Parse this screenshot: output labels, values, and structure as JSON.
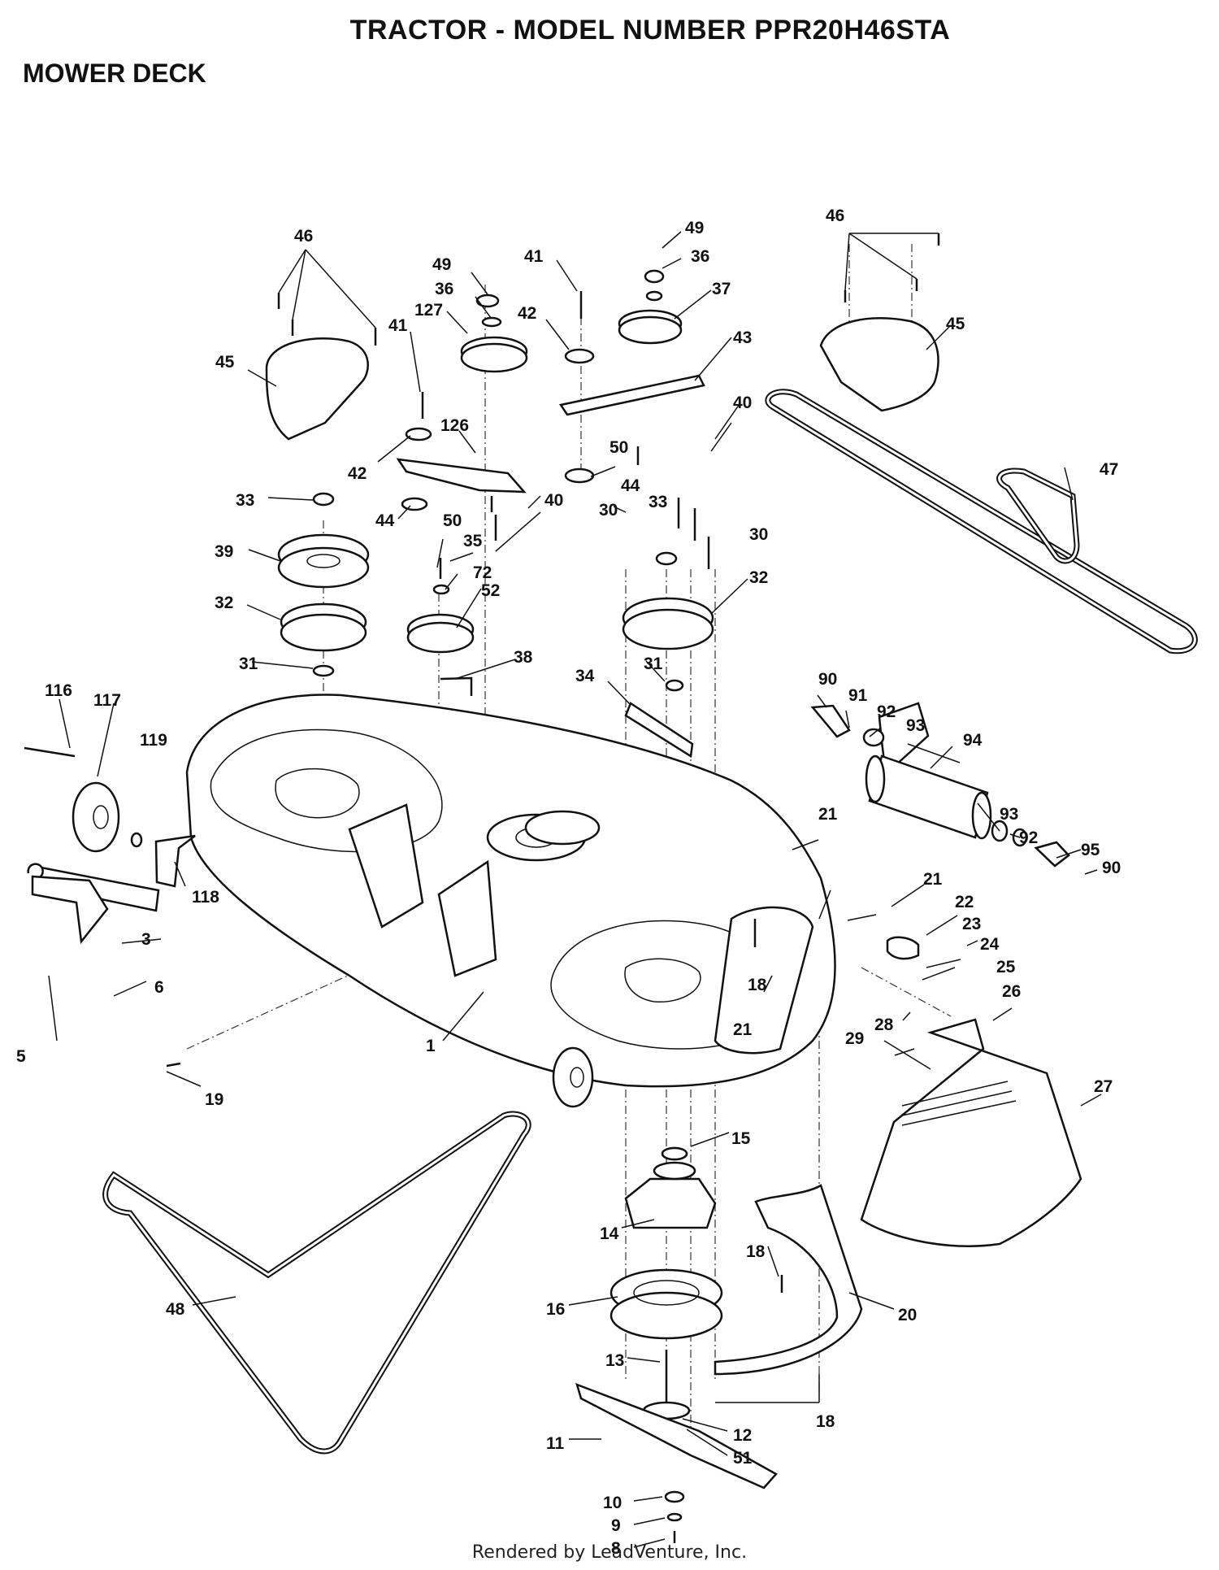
{
  "header": {
    "title": "TRACTOR - MODEL NUMBER PPR20H46STA",
    "section": "MOWER DECK"
  },
  "footer": {
    "text": "Rendered by LeadVenture, Inc."
  },
  "diagram": {
    "parts": [
      {
        "id": "46a",
        "label": "46"
      },
      {
        "id": "49a",
        "label": "49"
      },
      {
        "id": "41a",
        "label": "41"
      },
      {
        "id": "49b",
        "label": "49"
      },
      {
        "id": "36a",
        "label": "36"
      },
      {
        "id": "36b",
        "label": "36"
      },
      {
        "id": "46b",
        "label": "46"
      },
      {
        "id": "127",
        "label": "127"
      },
      {
        "id": "42a",
        "label": "42"
      },
      {
        "id": "37",
        "label": "37"
      },
      {
        "id": "41b",
        "label": "41"
      },
      {
        "id": "45a",
        "label": "45"
      },
      {
        "id": "45b",
        "label": "45"
      },
      {
        "id": "43",
        "label": "43"
      },
      {
        "id": "126",
        "label": "126"
      },
      {
        "id": "40a",
        "label": "40"
      },
      {
        "id": "50a",
        "label": "50"
      },
      {
        "id": "42b",
        "label": "42"
      },
      {
        "id": "44a",
        "label": "44"
      },
      {
        "id": "47",
        "label": "47"
      },
      {
        "id": "33a",
        "label": "33"
      },
      {
        "id": "40b",
        "label": "40"
      },
      {
        "id": "30a",
        "label": "30"
      },
      {
        "id": "33b",
        "label": "33"
      },
      {
        "id": "44b",
        "label": "44"
      },
      {
        "id": "50b",
        "label": "50"
      },
      {
        "id": "30b",
        "label": "30"
      },
      {
        "id": "35",
        "label": "35"
      },
      {
        "id": "39",
        "label": "39"
      },
      {
        "id": "72",
        "label": "72"
      },
      {
        "id": "52",
        "label": "52"
      },
      {
        "id": "32a",
        "label": "32"
      },
      {
        "id": "32b",
        "label": "32"
      },
      {
        "id": "38",
        "label": "38"
      },
      {
        "id": "31a",
        "label": "31"
      },
      {
        "id": "34",
        "label": "34"
      },
      {
        "id": "31b",
        "label": "31"
      },
      {
        "id": "90a",
        "label": "90"
      },
      {
        "id": "116",
        "label": "116"
      },
      {
        "id": "117",
        "label": "117"
      },
      {
        "id": "91",
        "label": "91"
      },
      {
        "id": "92a",
        "label": "92"
      },
      {
        "id": "93a",
        "label": "93"
      },
      {
        "id": "94",
        "label": "94"
      },
      {
        "id": "119",
        "label": "119"
      },
      {
        "id": "21a",
        "label": "21"
      },
      {
        "id": "93b",
        "label": "93"
      },
      {
        "id": "92b",
        "label": "92"
      },
      {
        "id": "95",
        "label": "95"
      },
      {
        "id": "90b",
        "label": "90"
      },
      {
        "id": "118",
        "label": "118"
      },
      {
        "id": "21b",
        "label": "21"
      },
      {
        "id": "22",
        "label": "22"
      },
      {
        "id": "23",
        "label": "23"
      },
      {
        "id": "3",
        "label": "3"
      },
      {
        "id": "24",
        "label": "24"
      },
      {
        "id": "25",
        "label": "25"
      },
      {
        "id": "18a",
        "label": "18"
      },
      {
        "id": "6",
        "label": "6"
      },
      {
        "id": "26",
        "label": "26"
      },
      {
        "id": "28",
        "label": "28"
      },
      {
        "id": "29",
        "label": "29"
      },
      {
        "id": "21c",
        "label": "21"
      },
      {
        "id": "5",
        "label": "5"
      },
      {
        "id": "1",
        "label": "1"
      },
      {
        "id": "27",
        "label": "27"
      },
      {
        "id": "19",
        "label": "19"
      },
      {
        "id": "15",
        "label": "15"
      },
      {
        "id": "14",
        "label": "14"
      },
      {
        "id": "18b",
        "label": "18"
      },
      {
        "id": "16",
        "label": "16"
      },
      {
        "id": "20",
        "label": "20"
      },
      {
        "id": "48",
        "label": "48"
      },
      {
        "id": "13",
        "label": "13"
      },
      {
        "id": "18c",
        "label": "18"
      },
      {
        "id": "11",
        "label": "11"
      },
      {
        "id": "12",
        "label": "12"
      },
      {
        "id": "51",
        "label": "51"
      },
      {
        "id": "10",
        "label": "10"
      },
      {
        "id": "9",
        "label": "9"
      },
      {
        "id": "8",
        "label": "8"
      }
    ]
  }
}
